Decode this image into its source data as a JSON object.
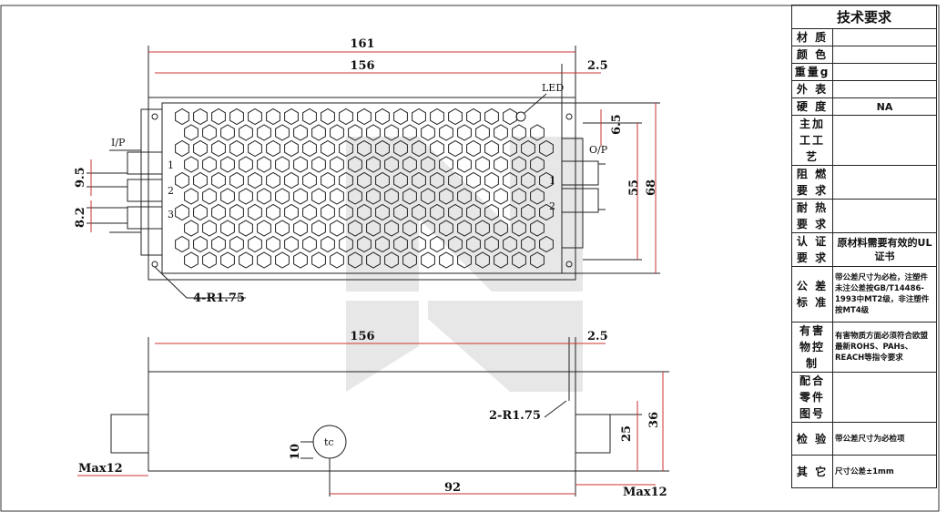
{
  "drawing": {
    "top_view": {
      "dim_161": "161",
      "dim_156": "156",
      "dim_2_5": "2.5",
      "led": "LED",
      "dim_6_5": "6.5",
      "dim_55": "55",
      "dim_68": "68",
      "ip": "I/P",
      "op": "O/P",
      "dim_9_5": "9.5",
      "dim_8_2": "8.2",
      "in_pins": [
        "1",
        "2",
        "3"
      ],
      "out_pins": [
        "1",
        "2"
      ],
      "hole_note": "4-R1.75"
    },
    "side_view": {
      "dim_156": "156",
      "dim_2_5": "2.5",
      "hole_note": "2-R1.75",
      "dim_25": "25",
      "dim_36": "36",
      "dim_10": "10",
      "tc": "tc",
      "dim_92": "92",
      "max_left": "Max12",
      "max_right": "Max12"
    }
  },
  "spec_table": {
    "title": "技术要求",
    "rows": [
      {
        "key": "材 质",
        "value": ""
      },
      {
        "key": "颜 色",
        "value": ""
      },
      {
        "key": "重量g",
        "value": ""
      },
      {
        "key": "外 表",
        "value": ""
      },
      {
        "key": "硬 度",
        "value": "NA"
      },
      {
        "key": "主加工工 艺",
        "value": ""
      },
      {
        "key": "阻 燃要 求",
        "value": ""
      },
      {
        "key": "耐 热要 求",
        "value": ""
      },
      {
        "key": "认 证要 求",
        "value": "原材料需要有效的UL证书"
      },
      {
        "key": "公 差标 准",
        "value": "带公差尺寸为必检，注塑件未注公差按GB/T14486-1993中MT2级，非注塑件按MT4级"
      },
      {
        "key": "有害物控 制",
        "value": "有害物质方面必须符合欧盟最新ROHS、PAHs、REACH等指令要求"
      },
      {
        "key": "配合零件图号",
        "value": ""
      },
      {
        "key": "检 验",
        "value": "带公差尺寸为必检项"
      },
      {
        "key": "其 它",
        "value": "尺寸公差±1mm"
      }
    ]
  }
}
